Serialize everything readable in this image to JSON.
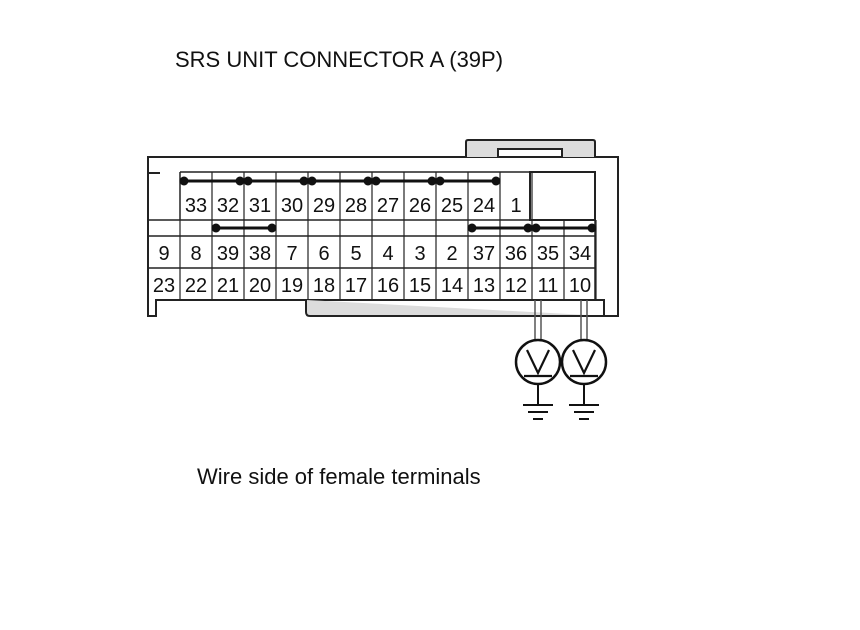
{
  "diagram": {
    "title": "SRS UNIT CONNECTOR A (39P)",
    "caption": "Wire side of female terminals",
    "connector": {
      "row1": [
        "33",
        "32",
        "31",
        "30",
        "29",
        "28",
        "27",
        "26",
        "25",
        "24",
        "1"
      ],
      "row2": [
        "9",
        "8",
        "39",
        "38",
        "7",
        "6",
        "5",
        "4",
        "3",
        "2",
        "37",
        "36",
        "35",
        "34"
      ],
      "row3": [
        "23",
        "22",
        "21",
        "20",
        "19",
        "18",
        "17",
        "16",
        "15",
        "14",
        "13",
        "12",
        "11",
        "10"
      ],
      "shorting_bars": [
        [
          "33",
          "32"
        ],
        [
          "31",
          "30"
        ],
        [
          "29",
          "28"
        ],
        [
          "27",
          "26"
        ],
        [
          "25",
          "24"
        ],
        [
          "39",
          "38"
        ],
        [
          "37",
          "36"
        ],
        [
          "35",
          "34"
        ]
      ]
    },
    "meters": [
      {
        "terminal": "11",
        "symbol": "voltmeter-icon",
        "ground": "ground-icon"
      },
      {
        "terminal": "10",
        "symbol": "voltmeter-icon",
        "ground": "ground-icon"
      }
    ]
  }
}
